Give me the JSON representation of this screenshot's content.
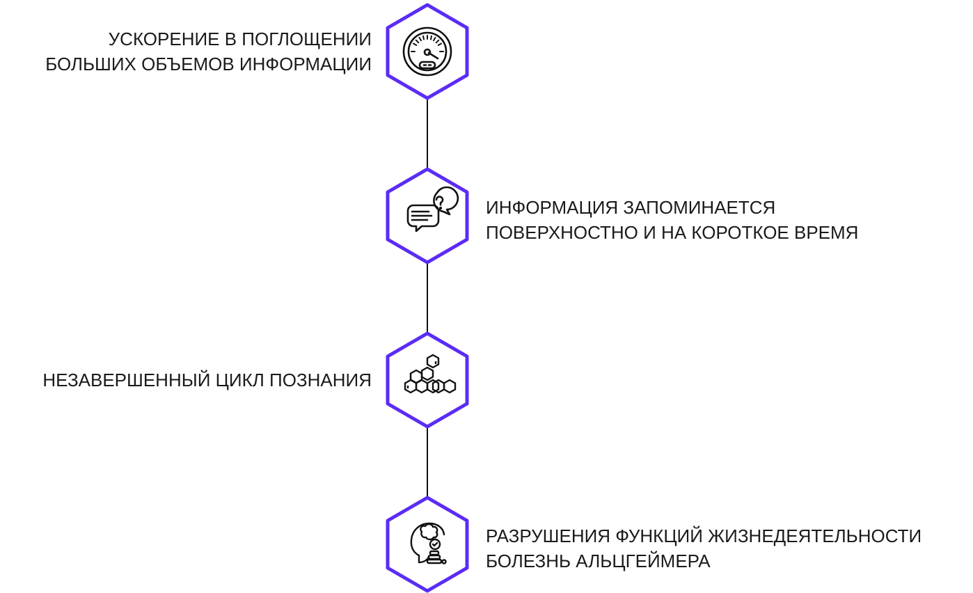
{
  "colors": {
    "accent": "#5b2cf5",
    "line": "#111111",
    "icon": "#111111"
  },
  "steps": [
    {
      "icon": "speedometer-icon",
      "lines": [
        "УСКОРЕНИЕ В ПОГЛОЩЕНИИ",
        "БОЛЬШИХ ОБЪЕМОВ ИНФОРМАЦИИ"
      ]
    },
    {
      "icon": "chat-question-icon",
      "lines": [
        "ИНФОРМАЦИЯ ЗАПОМИНАЕТСЯ",
        "ПОВЕРХНОСТНО И НА КОРОТКОЕ ВРЕМЯ"
      ]
    },
    {
      "icon": "hexagon-molecule-icon",
      "lines": [
        "НЕЗАВЕРШЕННЫЙ ЦИКЛ ПОЗНАНИЯ"
      ]
    },
    {
      "icon": "brain-search-icon",
      "lines": [
        "РАЗРУШЕНИЯ ФУНКЦИЙ ЖИЗНЕДЕЯТЕЛЬНОСТИ",
        "БОЛЕЗНЬ АЛЬЦГЕЙМЕРА"
      ]
    }
  ]
}
